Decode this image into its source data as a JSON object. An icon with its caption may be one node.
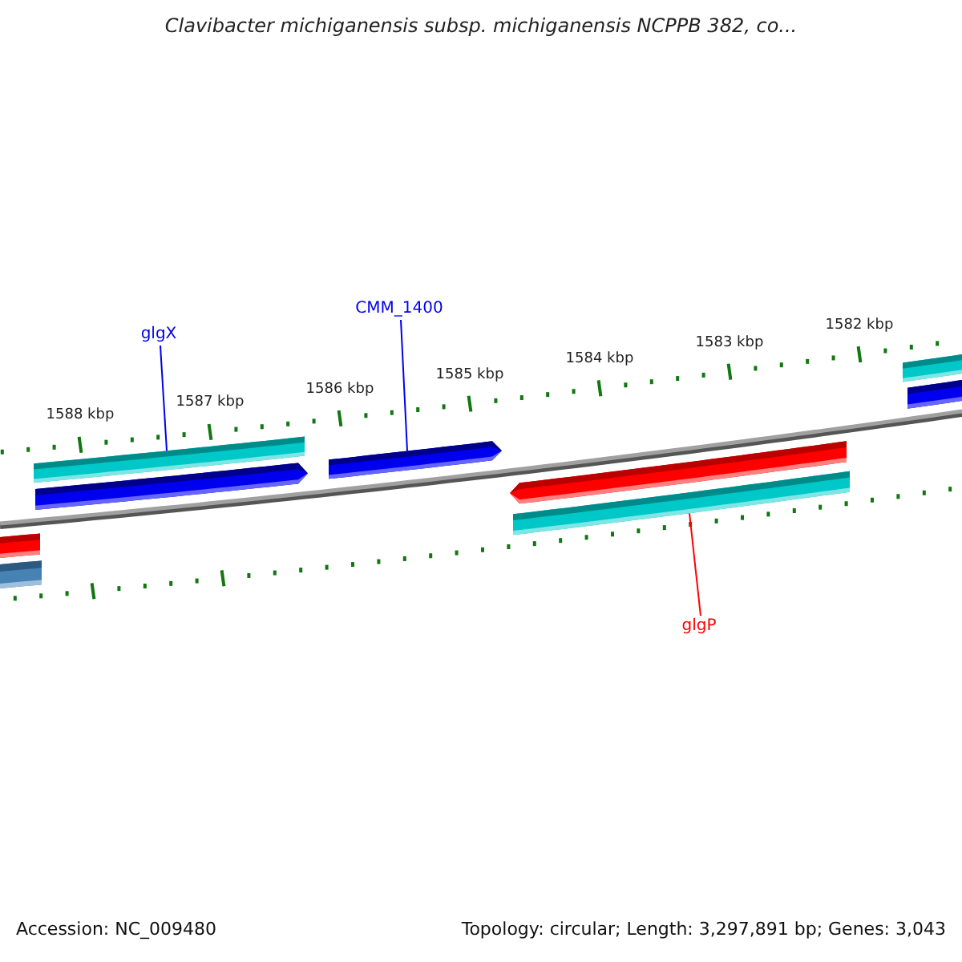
{
  "diagram": {
    "title": "Clavibacter michiganensis subsp. michiganensis NCPPB 382, co...",
    "nodes": [
      {
        "text": [
          "glgX"
        ]
      },
      {
        "text": [
          "CMM_1400"
        ]
      },
      {
        "text": [
          "glgP"
        ]
      },
      {
        "text": [],
        "shape": "bar"
      },
      {
        "text": [],
        "shape": "bar"
      },
      {
        "text": [],
        "shape": "bar"
      },
      {
        "text": [],
        "shape": "bar"
      },
      {
        "text": [],
        "shape": "bar"
      },
      {
        "text": [],
        "shape": "bar"
      },
      {
        "text": [],
        "shape": "bar"
      },
      {
        "text": [],
        "shape": "bar"
      },
      {
        "text": [],
        "shape": "bar"
      }
    ],
    "edges": [
      {
        "from": 0,
        "to": 5,
        "arrow": "none"
      },
      {
        "from": 1,
        "to": 7,
        "arrow": "none"
      },
      {
        "from": 2,
        "to": 9,
        "arrow": "none",
        "color": "#ff0000"
      }
    ],
    "labels": [
      "1588 kbp",
      "1587 kbp",
      "1586 kbp",
      "1585 kbp",
      "1584 kbp",
      "1583 kbp",
      "1582 kbp",
      "Accession: NC_009480",
      "Topology: circular; Length: 3,297,891 bp; Genes: 3,043"
    ]
  }
}
